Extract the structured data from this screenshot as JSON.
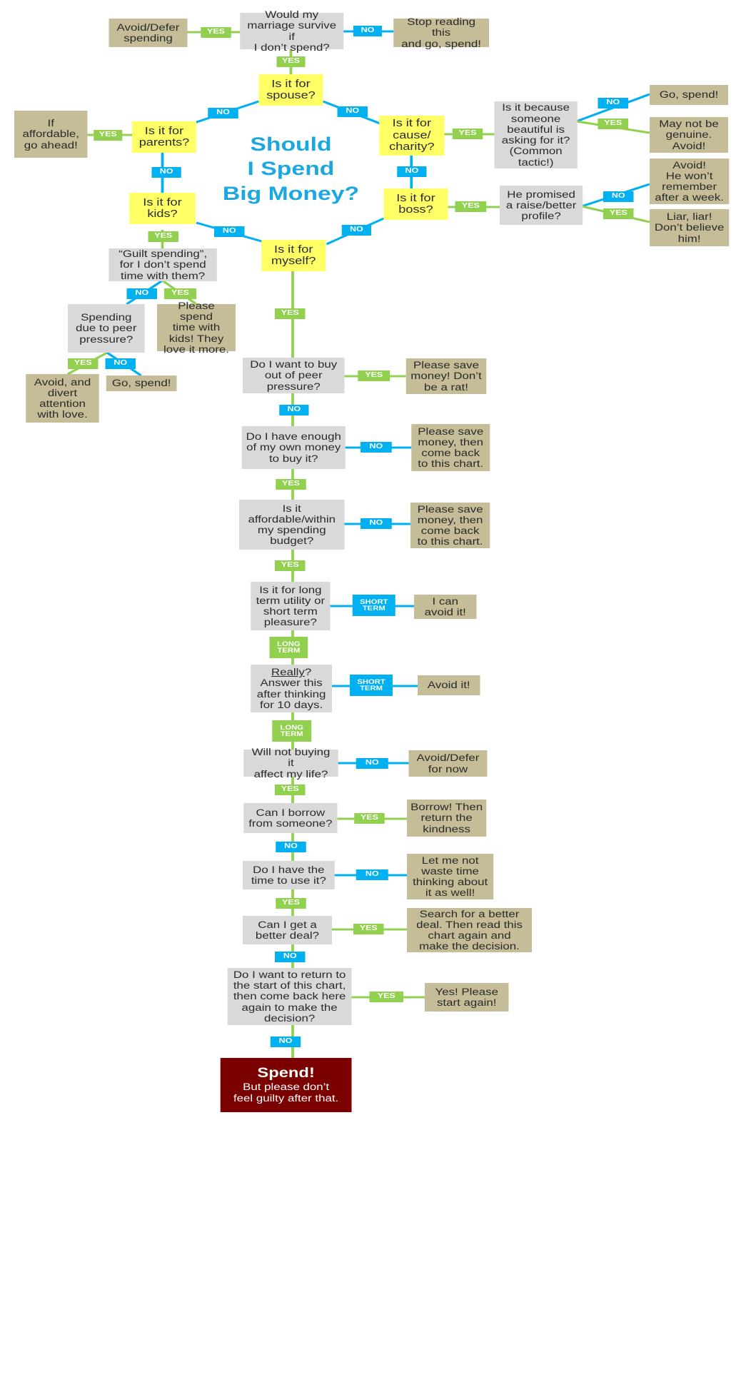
{
  "title": "Should\nI Spend\nBig Money?",
  "colors": {
    "question": "#d9d9d9",
    "hub_question": "#ffff66",
    "answer": "#c4bd97",
    "yes": "#92d050",
    "no": "#00b0f0",
    "title": "#1ba7df",
    "final": "#7b0000"
  },
  "nodes": {
    "marriage": "Would my\nmarriage survive if\nI don’t spend?",
    "avoid_defer_top": "Avoid/Defer\nspending",
    "stop_reading": "Stop reading this\nand go, spend!",
    "spouse": "Is it for\nspouse?",
    "parents": "Is it for\nparents?",
    "if_affordable": "If\naffordable,\ngo ahead!",
    "cause": "Is it for\ncause/\ncharity?",
    "beautiful": "Is it because\nsomeone\nbeautiful is\nasking for it?\n(Common\ntactic!)",
    "go_spend_1": "Go, spend!",
    "not_genuine": "May not be\ngenuine.\nAvoid!",
    "kids": "Is it for\nkids?",
    "boss": "Is it for\nboss?",
    "raise": "He promised\na raise/better\nprofile?",
    "avoid_week": "Avoid!\nHe won’t\nremember\nafter a week.",
    "liar": "Liar, liar!\nDon’t believe\nhim!",
    "myself": "Is it for\nmyself?",
    "guilt": "“Guilt spending”,\nfor I don’t spend\ntime with them?",
    "peer_kids": "Spending\ndue to peer\npressure?",
    "spend_time_kids": "Please spend\ntime with\nkids! They\nlove it more.",
    "avoid_divert": "Avoid, and\ndivert\nattention\nwith love.",
    "go_spend_2": "Go, spend!",
    "peer_buy": "Do I want to buy\nout of peer\npressure?",
    "save_rat": "Please save\nmoney! Don’t\nbe a rat!",
    "own_money": "Do I have enough\nof my own money\nto buy it?",
    "save_back_1": "Please save\nmoney, then\ncome back\nto this chart.",
    "budget": "Is it\naffordable/within\nmy spending\nbudget?",
    "save_back_2": "Please save\nmoney, then\ncome back\nto this chart.",
    "utility": "Is it for long\nterm utility or\nshort term\npleasure?",
    "can_avoid": "I can\navoid it!",
    "really_word": "Really",
    "really_rest": "?\nAnswer this\nafter thinking\nfor 10 days.",
    "avoid_it": "Avoid it!",
    "affect_life": "Will not buying it\naffect my life?",
    "defer_now": "Avoid/Defer\nfor now",
    "borrow_q": "Can I borrow\nfrom someone?",
    "borrow_a": "Borrow! Then\nreturn the\nkindness",
    "time_use": "Do I have the\ntime to use it?",
    "waste_time": "Let me not\nwaste time\nthinking about\nit as well!",
    "better_deal_q": "Can I get a\nbetter deal?",
    "better_deal_a": "Search for a better\ndeal. Then read this\nchart again and\nmake the decision.",
    "return_start": "Do I want to return to\nthe start of this chart,\nthen come back here\nagain to make the\ndecision?",
    "start_again": "Yes! Please\nstart again!"
  },
  "final": {
    "title": "Spend!",
    "subtitle": "But please don’t\nfeel guilty after that."
  },
  "labels": {
    "yes": "YES",
    "no": "NO",
    "short_term": "SHORT\nTERM",
    "long_term": "LONG\nTERM"
  }
}
